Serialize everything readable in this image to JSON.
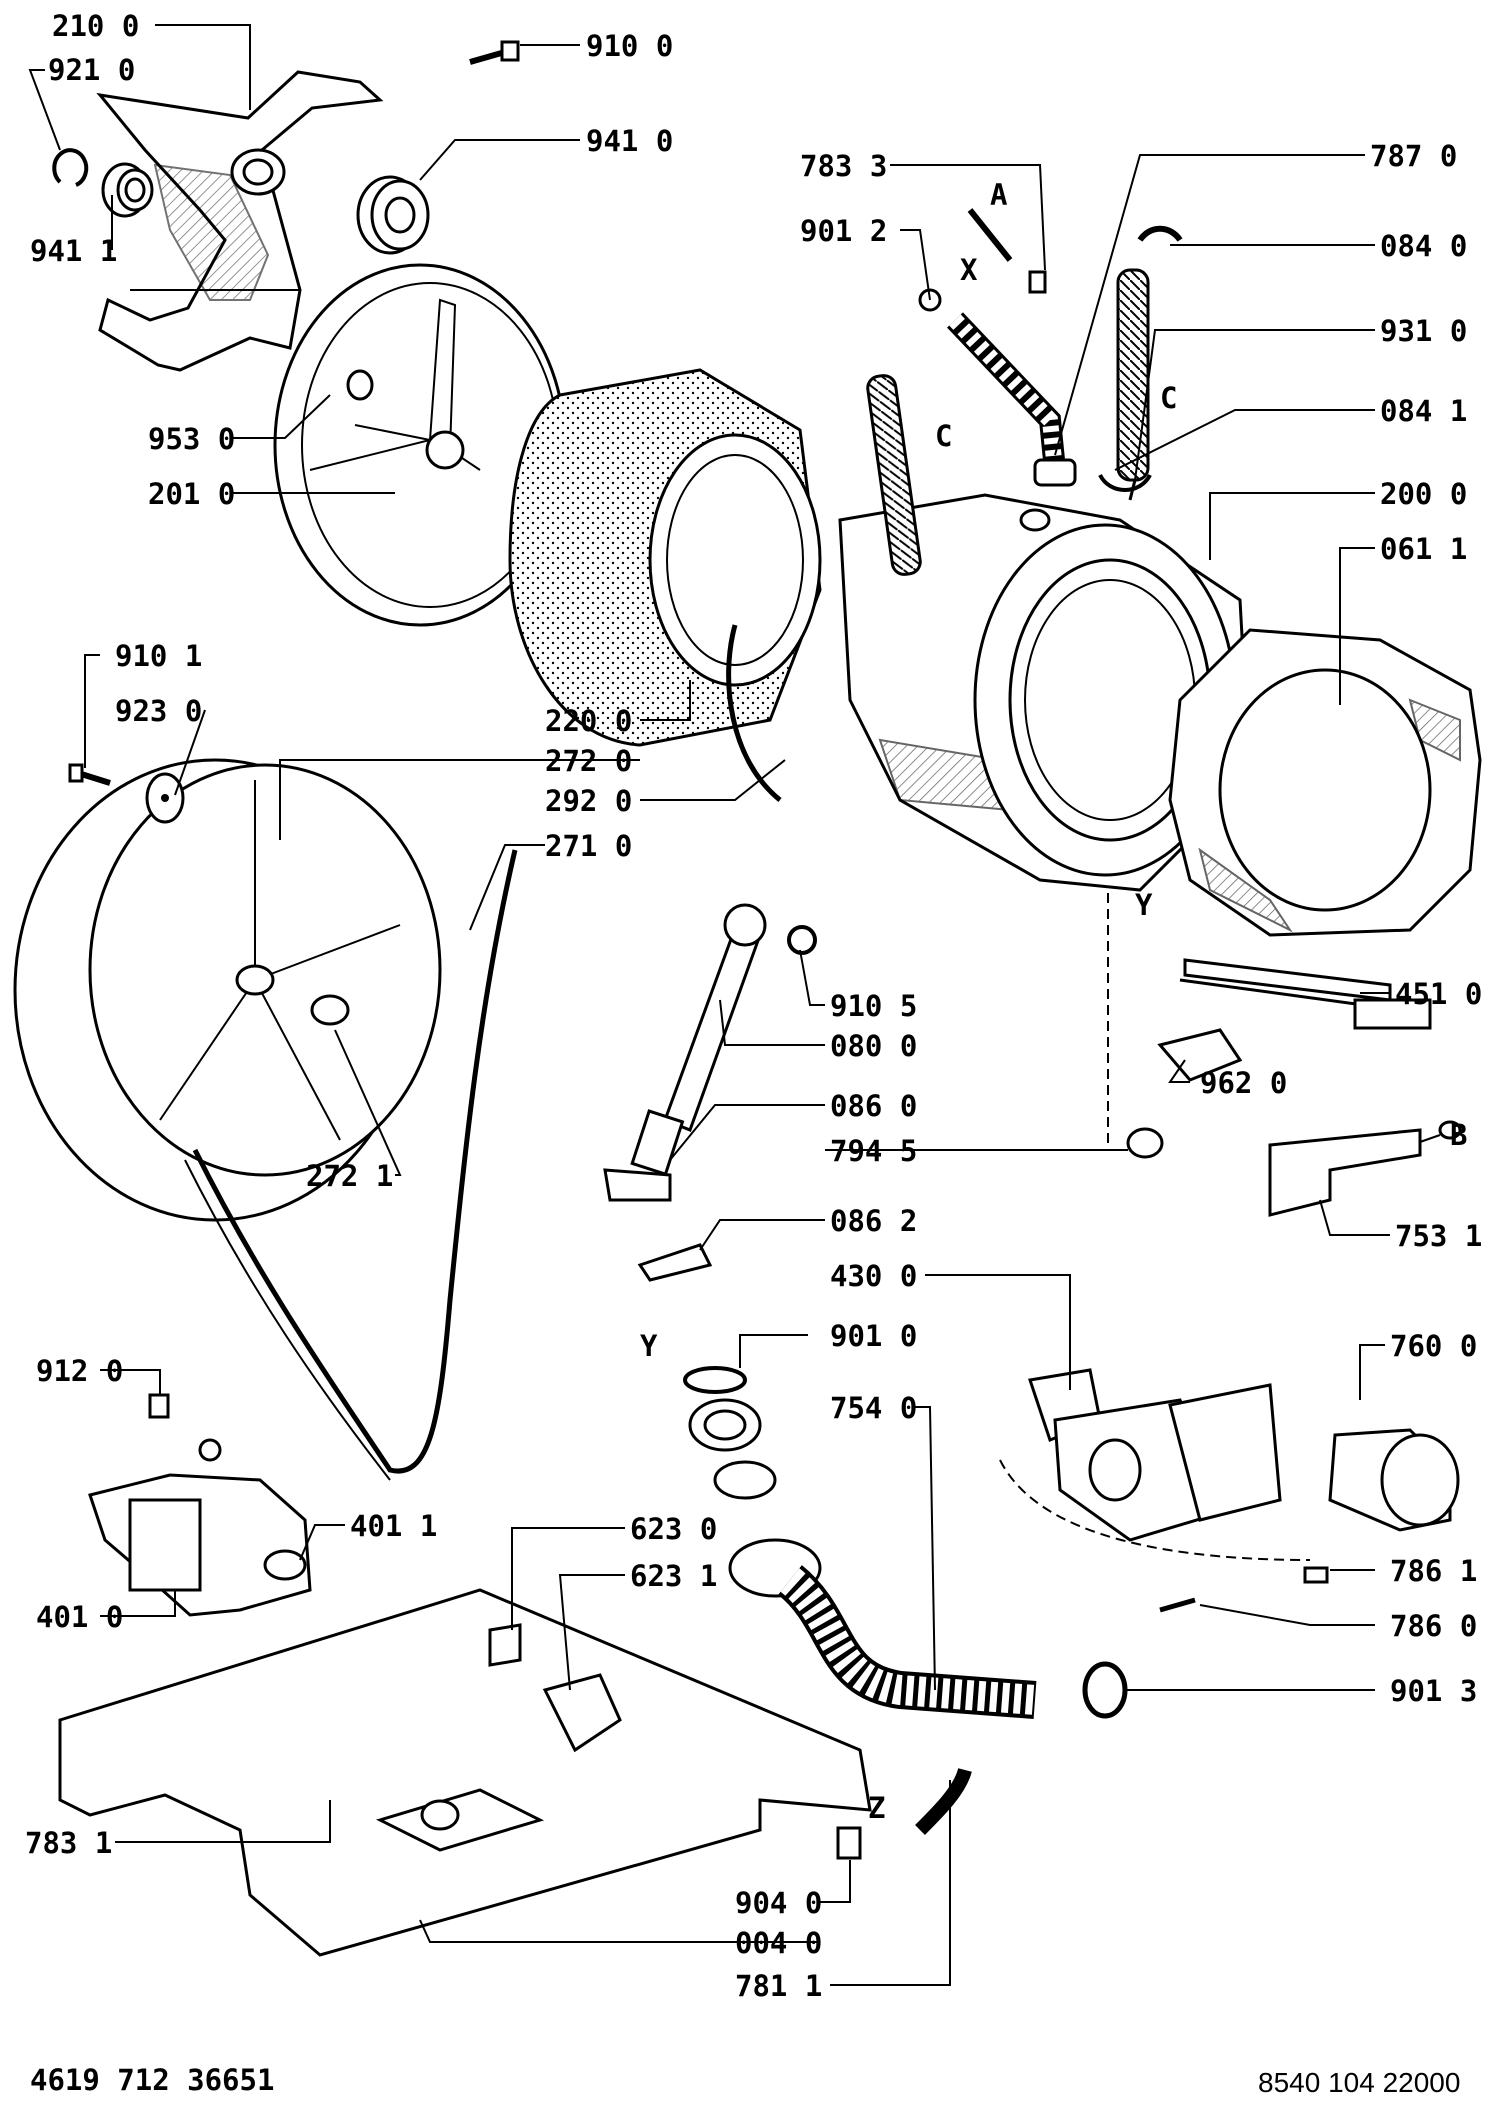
{
  "labels": {
    "l_2100": "210 0",
    "l_9210": "921 0",
    "l_9100": "910 0",
    "l_9410": "941 0",
    "l_9411": "941 1",
    "l_7833": "783 3",
    "l_7870": "787 0",
    "l_9012": "901 2",
    "l_0840": "084 0",
    "l_9310": "931 0",
    "l_0841": "084 1",
    "l_9530": "953 0",
    "l_2010": "201 0",
    "l_2000": "200 0",
    "l_0611": "061 1",
    "l_9101": "910 1",
    "l_9230": "923 0",
    "l_2200": "220 0",
    "l_2720": "272 0",
    "l_2920": "292 0",
    "l_2710": "271 0",
    "l_9105": "910 5",
    "l_0800": "080 0",
    "l_4510": "451 0",
    "l_9620": "962 0",
    "l_0860": "086 0",
    "l_7945": "794 5",
    "l_7531": "753 1",
    "l_2721": "272 1",
    "l_0862": "086 2",
    "l_4300": "430 0",
    "l_9010": "901 0",
    "l_7600": "760 0",
    "l_9120": "912 0",
    "l_7540": "754 0",
    "l_4011": "401 1",
    "l_6230": "623 0",
    "l_6231": "623 1",
    "l_7861": "786 1",
    "l_4010": "401 0",
    "l_7860": "786 0",
    "l_9013": "901 3",
    "l_7831": "783 1",
    "l_9040": "904 0",
    "l_0040": "004 0",
    "l_7811": "781 1"
  },
  "callout_letters": {
    "A": "A",
    "X": "X",
    "C1": "C",
    "C2": "C",
    "Y1": "Y",
    "B": "B",
    "Y2": "Y",
    "Z": "Z"
  },
  "footer": {
    "left_code": "4619 712 36651",
    "right_code": "8540 104 22000"
  }
}
